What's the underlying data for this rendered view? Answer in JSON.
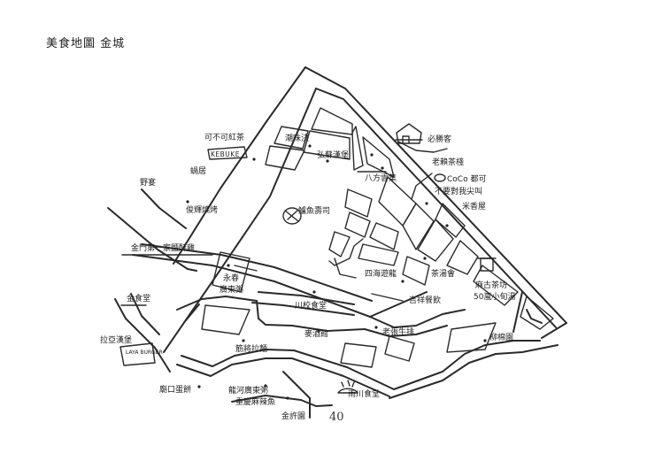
{
  "title": "美食地圖  金城",
  "page_number": "40",
  "places": {
    "kekou": "可不可紅茶",
    "kebuke_sign": "KEBUKE",
    "chaowei": "潮味決",
    "hongyan": "弘蘇漢堡",
    "bisheng": "必勝客",
    "laobei": "老賴茶棧",
    "coco": "CoCo 都可",
    "buyao": "不要對我尖叫",
    "bafang": "八方雲集",
    "mixiang": "米香屋",
    "yuwuju": "鱸魚壽司",
    "wuju": "蝸居",
    "yexiang": "野宴",
    "junhui": "俊輝燒烤",
    "jinmen": "金門第一家鹽酥雞",
    "sihai": "四海遊龍",
    "chatang": "茶湯會",
    "magu": "麻古茶坊",
    "wushi": "50嵐小旬湯",
    "yongchun": "永春",
    "guangdong": "廣東粥",
    "chuanxiao": "川校食堂",
    "jixiang": "吉祥餐飲",
    "jinshi": "金食堂",
    "laozhang": "老張牛排",
    "liuyuan": "柳棉園",
    "lawei": "拉亞漢堡",
    "laya_sign": "LAYA BURGER",
    "mojiu": "麥酒館",
    "lujiang": "筋將拉麵",
    "miaokou": "廟口蛋餅",
    "longhe": "龍河廣東粥",
    "chongqing": "重慶麻辣魚",
    "yuchuan": "雨川食堂",
    "jinxu": "金許園"
  }
}
